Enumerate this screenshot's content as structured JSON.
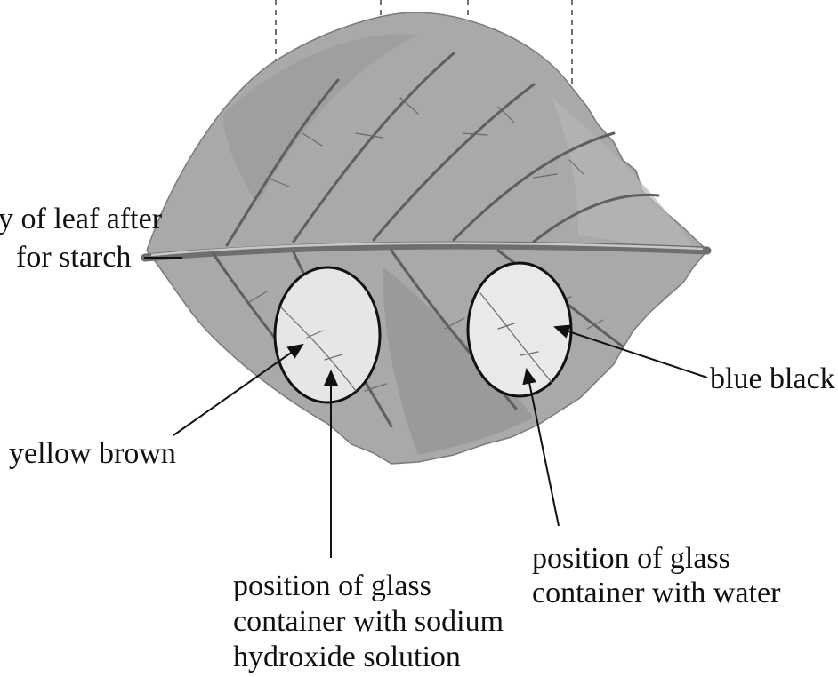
{
  "labels": {
    "leaf_after_test_line1": "y of leaf after",
    "leaf_after_test_line2": "for starch",
    "blue_black": "blue black",
    "yellow_brown": "yellow brown",
    "water_container_line1": "position of glass",
    "water_container_line2": "container with water",
    "naoh_container_line1": "position of glass",
    "naoh_container_line2": "container with sodium",
    "naoh_container_line3": "hydroxide solution"
  },
  "colors": {
    "leaf_fill": "#a9a9a9",
    "leaf_dark": "#8c8c8c",
    "circle_fill": "#e6e6e6",
    "text": "#111111"
  }
}
